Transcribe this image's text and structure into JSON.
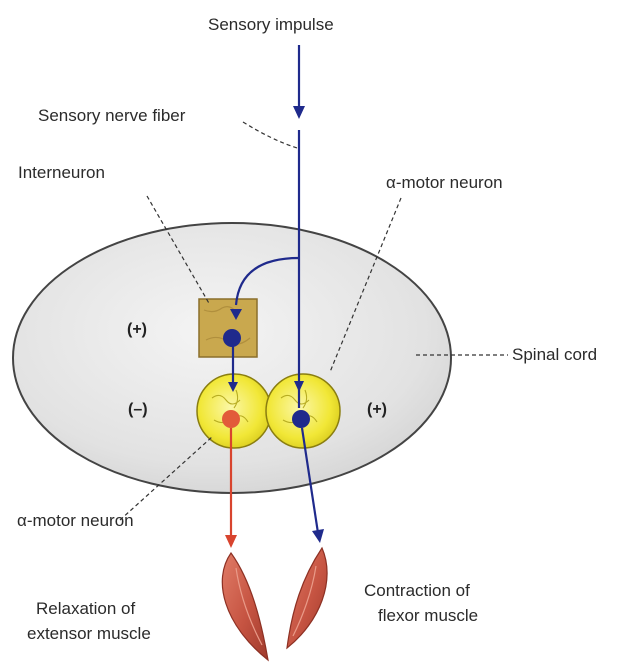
{
  "labels": {
    "sensory_impulse": "Sensory impulse",
    "sensory_nerve_fiber": "Sensory nerve fiber",
    "interneuron": "Interneuron",
    "alpha_motor_neuron_top": "α-motor neuron",
    "spinal_cord": "Spinal cord",
    "alpha_motor_neuron_bottom": "α-motor neuron",
    "relaxation_line1": "Relaxation of",
    "relaxation_line2": "extensor muscle",
    "contraction_line1": "Contraction of",
    "contraction_line2": "flexor muscle"
  },
  "signs": {
    "interneuron_sign": "(+)",
    "left_motor_sign": "(–)",
    "right_motor_sign": "(+)"
  },
  "colors": {
    "excitatory_path": "#1f2a8c",
    "inhibitory_path": "#d8442e",
    "spinal_cord_fill": "#e6e6e6",
    "neuron_fill": "#f2e93a",
    "interneuron_fill": "#c9a84e",
    "muscle_fill": "#c95a48"
  }
}
